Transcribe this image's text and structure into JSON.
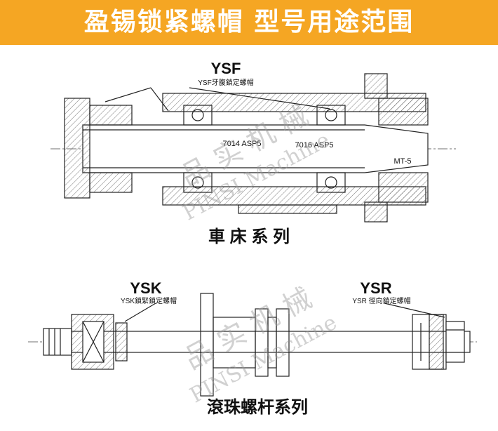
{
  "banner": {
    "title": "盈锡锁紧螺帽 型号用途范围",
    "color": "#f5a623"
  },
  "lathe": {
    "model": "YSF",
    "model_desc": "YSF牙腹鎖定螺帽",
    "bearing_1": "7014 ASP5",
    "bearing_2": "7016 ASP5",
    "taper": "MT-5",
    "series_title": "車 床 系 列"
  },
  "ballscrew": {
    "model_left": "YSK",
    "model_left_desc": "YSK鎖緊鎖定螺帽",
    "model_right": "YSR",
    "model_right_desc": "YSR 徑向鎖定螺帽",
    "series_title": "滾珠螺杆系列"
  },
  "watermark": {
    "brand_cn": "品 实 机 械",
    "brand_en": "PINSI Machine"
  }
}
